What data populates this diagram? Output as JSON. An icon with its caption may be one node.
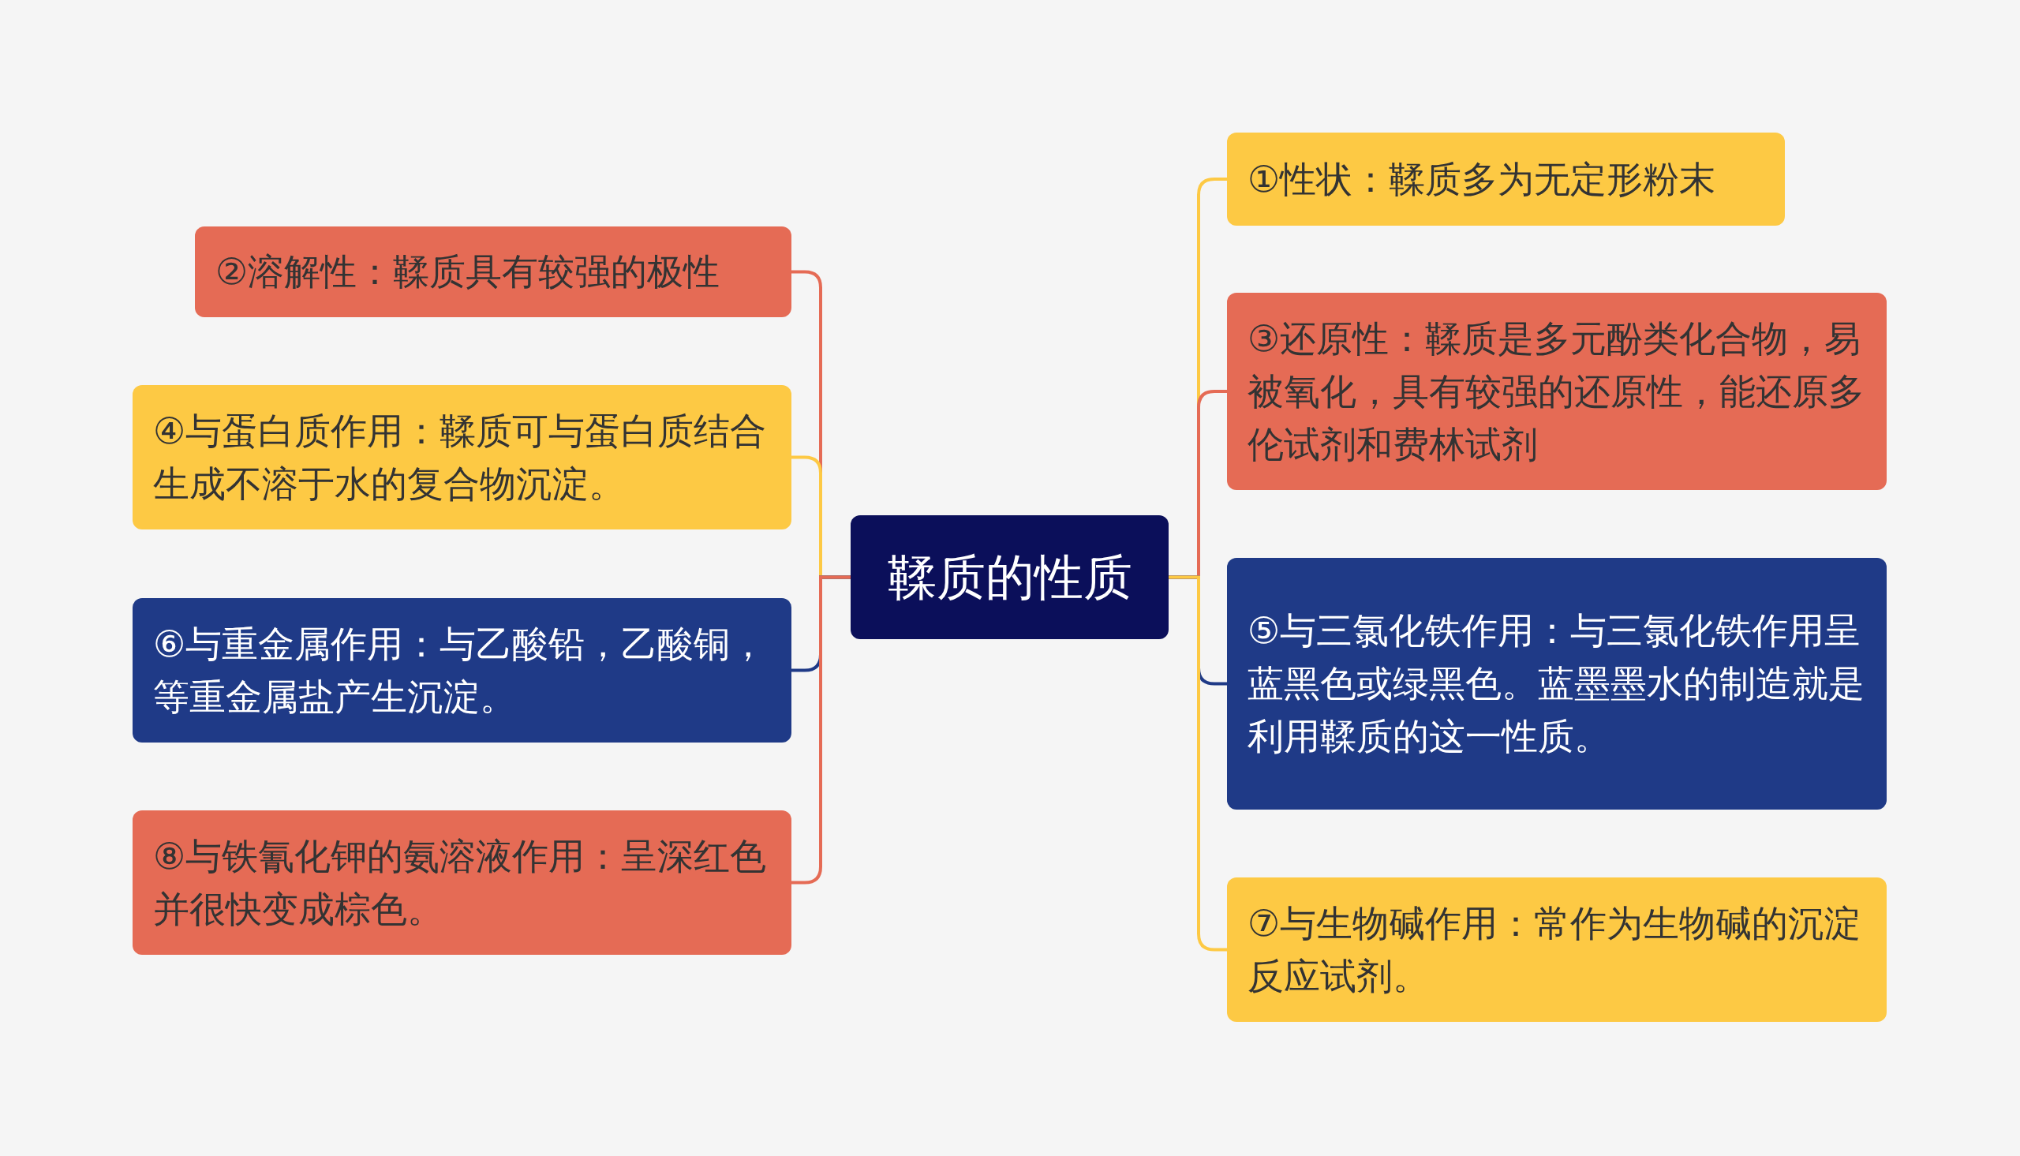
{
  "diagram": {
    "nodes": [
      {
        "text": [
          "鞣质的性质"
        ]
      },
      {
        "text": [
          "①性状：鞣质多为无定形粉末"
        ]
      },
      {
        "text": [
          "②溶解性：鞣质具有较强的极性"
        ]
      },
      {
        "text": [
          "③还原性：鞣质是多元酚类化合物，易被氧化，具有较强的还原性，能还原多伦试剂和费林试剂"
        ]
      },
      {
        "text": [
          "④与蛋白质作用：鞣质可与蛋白质结合生成不溶于水的复合物沉淀。"
        ]
      },
      {
        "text": [
          "⑤与三氯化铁作用：与三氯化铁作用呈蓝黑色或绿黑色。蓝墨墨水的制造就是利用鞣质的这一性质。"
        ]
      },
      {
        "text": [
          "⑥与重金属作用：与乙酸铅，乙酸铜，等重金属盐产生沉淀。"
        ]
      },
      {
        "text": [
          "⑦与生物碱作用：常作为生物碱的沉淀反应试剂。"
        ]
      },
      {
        "text": [
          "⑧与铁氰化钾的氨溶液作用：呈深红色并很快变成棕色。"
        ]
      }
    ],
    "edges": [
      {
        "from": 0,
        "to": 1,
        "arrow": "none",
        "color": "#fdc944"
      },
      {
        "from": 0,
        "to": 2,
        "arrow": "none",
        "color": "#e56b55"
      },
      {
        "from": 0,
        "to": 3,
        "arrow": "none",
        "color": "#e56b55"
      },
      {
        "from": 0,
        "to": 4,
        "arrow": "none",
        "color": "#fdc944"
      },
      {
        "from": 0,
        "to": 5,
        "arrow": "none",
        "color": "#1f3a87"
      },
      {
        "from": 0,
        "to": 6,
        "arrow": "none",
        "color": "#1f3a87"
      },
      {
        "from": 0,
        "to": 7,
        "arrow": "none",
        "color": "#fdc944"
      },
      {
        "from": 0,
        "to": 8,
        "arrow": "none",
        "color": "#e56b55"
      }
    ]
  }
}
